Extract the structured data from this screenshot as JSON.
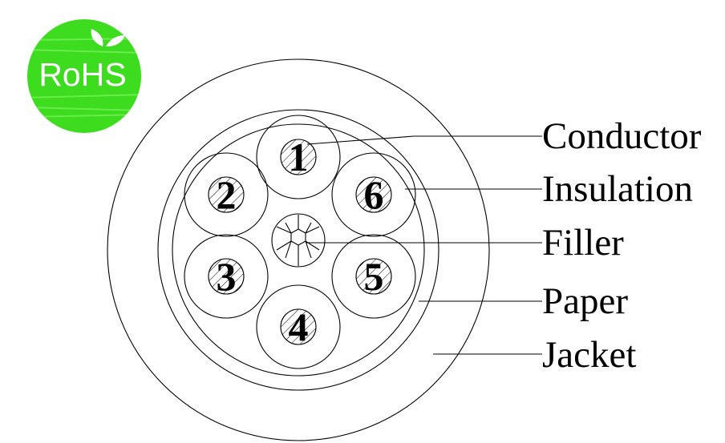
{
  "logo": {
    "text": "RoHS",
    "color": "#3ddc1f"
  },
  "cores": [
    {
      "number": "1"
    },
    {
      "number": "2"
    },
    {
      "number": "3"
    },
    {
      "number": "4"
    },
    {
      "number": "5"
    },
    {
      "number": "6"
    }
  ],
  "labels": {
    "conductor": "Conductor",
    "insulation": "Insulation",
    "filler": "Filler",
    "paper": "Paper",
    "jacket": "Jacket"
  }
}
